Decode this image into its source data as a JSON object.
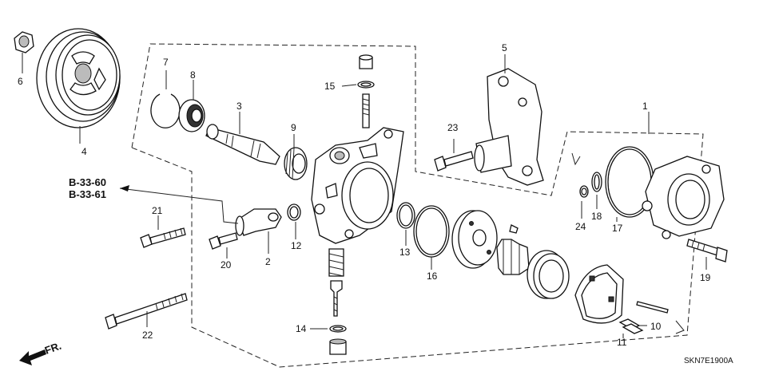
{
  "diagram": {
    "callouts": [
      "1",
      "2",
      "3",
      "4",
      "5",
      "6",
      "7",
      "8",
      "9",
      "10",
      "11",
      "12",
      "13",
      "14",
      "15",
      "16",
      "17",
      "18",
      "19",
      "20",
      "21",
      "22",
      "23",
      "24"
    ],
    "references": [
      "B-33-60",
      "B-33-61"
    ],
    "direction_label": "FR.",
    "drawing_code": "SKN7E1900A"
  }
}
